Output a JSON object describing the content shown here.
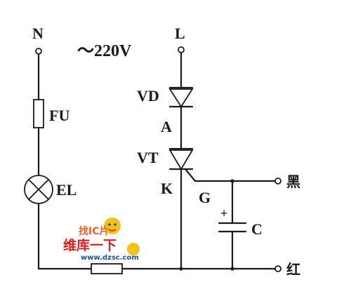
{
  "labels": {
    "n": "N",
    "l": "L",
    "voltage": "～220V",
    "fu": "FU",
    "el": "EL",
    "vd": "VD",
    "a": "A",
    "vt": "VT",
    "k": "K",
    "g": "G",
    "c": "C",
    "plus": "+",
    "black": "黑",
    "red": "红"
  },
  "watermark": {
    "logo": "找IC片",
    "brand": "维库一下",
    "url": "www.dzsc.com"
  },
  "colors": {
    "line": "#1a1a1a",
    "watermark_orange": "#e8632b",
    "watermark_red": "#e02020",
    "watermark_yellow": "#f3c21a",
    "watermark_blue": "#1f4fa8"
  }
}
